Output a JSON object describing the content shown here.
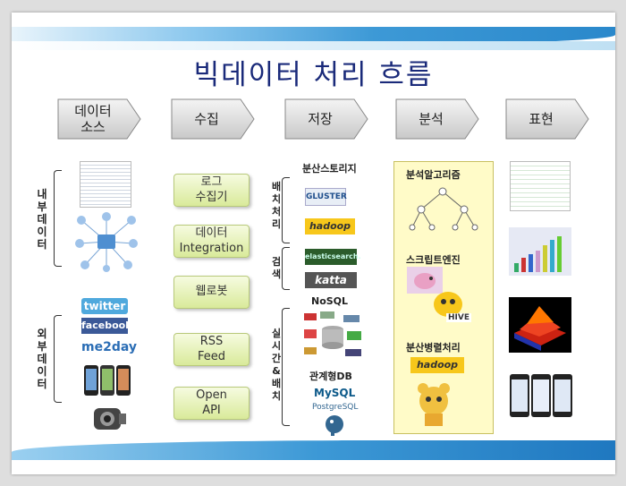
{
  "title": "빅데이터 처리 흐름",
  "stages": [
    {
      "label": "데이터\n소스"
    },
    {
      "label": "수집"
    },
    {
      "label": "저장"
    },
    {
      "label": "분석"
    },
    {
      "label": "표현"
    }
  ],
  "sources": {
    "internal_label": "내부데이터",
    "external_label": "외부데이터",
    "logos": [
      "twitter",
      "facebook",
      "me2day"
    ]
  },
  "collect_items": [
    "로그\n수집기",
    "데이터\nIntegration",
    "웹로봇",
    "RSS\nFeed",
    "Open\nAPI"
  ],
  "storage": {
    "batch_label": "배치처리",
    "batch_heading": "분산스토리지",
    "batch_logos": [
      "GLUSTER",
      "hadoop"
    ],
    "search_label": "검색",
    "search_logos": [
      "elasticsearch.",
      "katta"
    ],
    "realtime_label": "실시간&배치",
    "nosql_heading": "NoSQL",
    "rdb_heading": "관계형DB",
    "rdb_logos": [
      "MySQL",
      "PostgreSQL"
    ]
  },
  "analysis": {
    "items": [
      "분석알고리즘",
      "스크립트엔진",
      "분산병렬처리"
    ],
    "logos": [
      "HIVE",
      "hadoop"
    ]
  }
}
